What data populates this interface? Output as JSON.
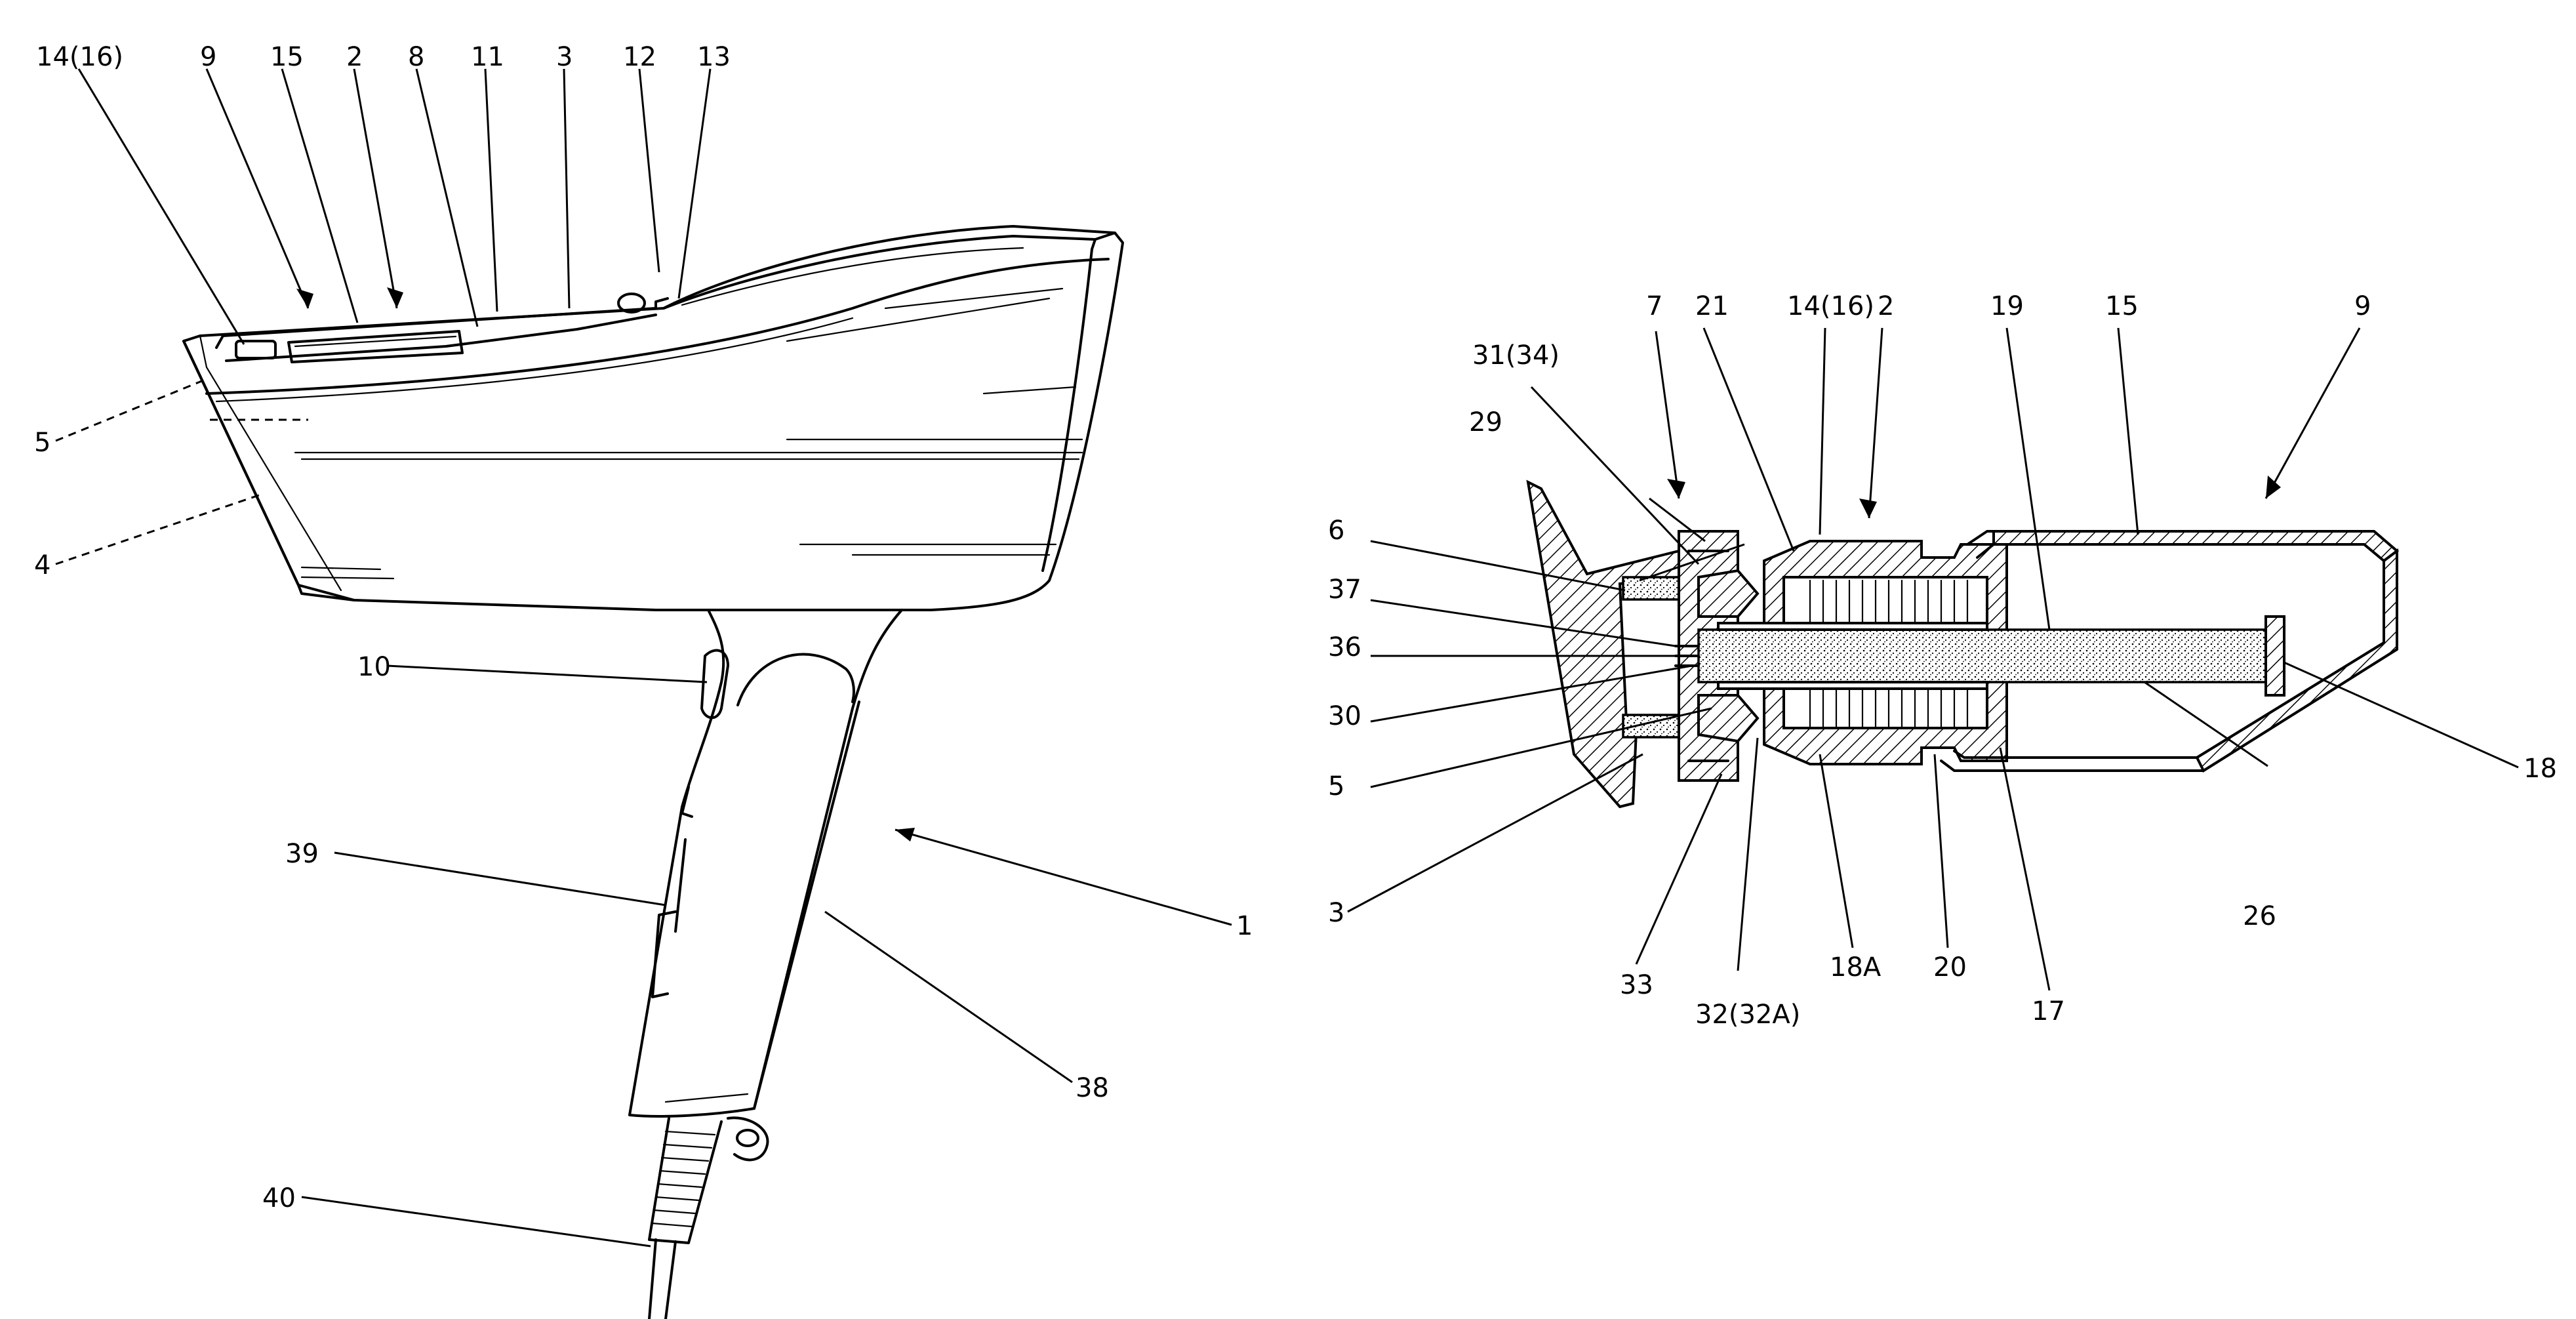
{
  "left_figure": {
    "labels": {
      "l14_16": "14(16)",
      "l9": "9",
      "l15": "15",
      "l2": "2",
      "l8": "8",
      "l11": "11",
      "l3": "3",
      "l12": "12",
      "l13": "13",
      "l5": "5",
      "l4": "4",
      "l10": "10",
      "l39": "39",
      "l1": "1",
      "l38": "38",
      "l40": "40"
    }
  },
  "right_figure": {
    "labels": {
      "l7": "7",
      "l21": "21",
      "l14_16": "14(16)",
      "l2": "2",
      "l19": "19",
      "l15": "15",
      "l9": "9",
      "l31_34": "31(34)",
      "l29": "29",
      "l6": "6",
      "l37": "37",
      "l36": "36",
      "l30": "30",
      "l5": "5",
      "l3": "3",
      "l18": "18",
      "l26": "26",
      "l33": "33",
      "l32_32A": "32(32A)",
      "l18A": "18A",
      "l20": "20",
      "l17": "17"
    }
  }
}
